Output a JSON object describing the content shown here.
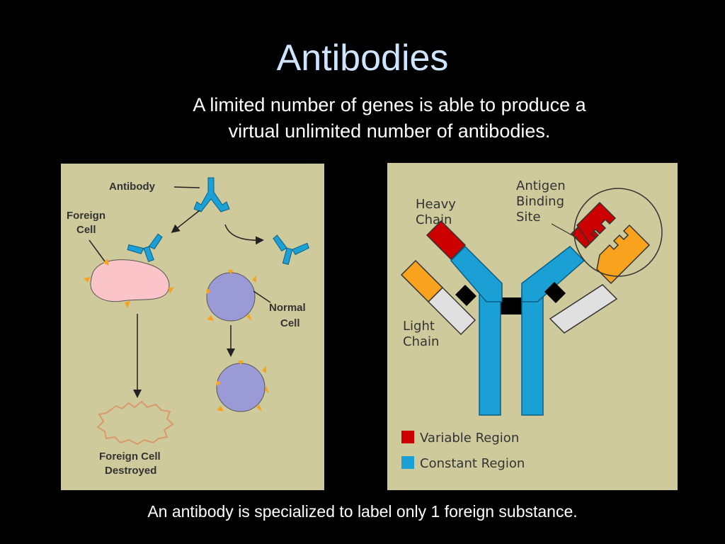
{
  "slide": {
    "title": "Antibodies",
    "subtitle_line1": "A limited number of genes is able to produce a",
    "subtitle_line2": "virtual unlimited number of antibodies.",
    "caption": "An antibody is specialized to label only 1 foreign substance."
  },
  "left_diagram": {
    "antibody_label": "Antibody",
    "foreign_cell_label_1": "Foreign",
    "foreign_cell_label_2": "Cell",
    "normal_cell_label_1": "Normal",
    "normal_cell_label_2": "Cell",
    "destroyed_label_1": "Foreign Cell",
    "destroyed_label_2": "Destroyed"
  },
  "right_diagram": {
    "heavy_chain_label_1": "Heavy",
    "heavy_chain_label_2": "Chain",
    "antigen_label_1": "Antigen",
    "antigen_label_2": "Binding",
    "antigen_label_3": "Site",
    "light_chain_label_1": "Light",
    "light_chain_label_2": "Chain",
    "legend": [
      {
        "label": "Variable Region",
        "color": "#cc0000"
      },
      {
        "label": "Constant Region",
        "color": "#1ba0d6"
      }
    ]
  },
  "colors": {
    "panel_background": "#cfca9b",
    "title_color": "#cfe5ff",
    "antibody_blue": "#1ba0d6",
    "variable_red": "#cc0000",
    "light_chain_orange": "#f8a21e",
    "foreign_cell_pink": "#fbc4c8",
    "normal_cell_purple": "#9a9ad6"
  }
}
